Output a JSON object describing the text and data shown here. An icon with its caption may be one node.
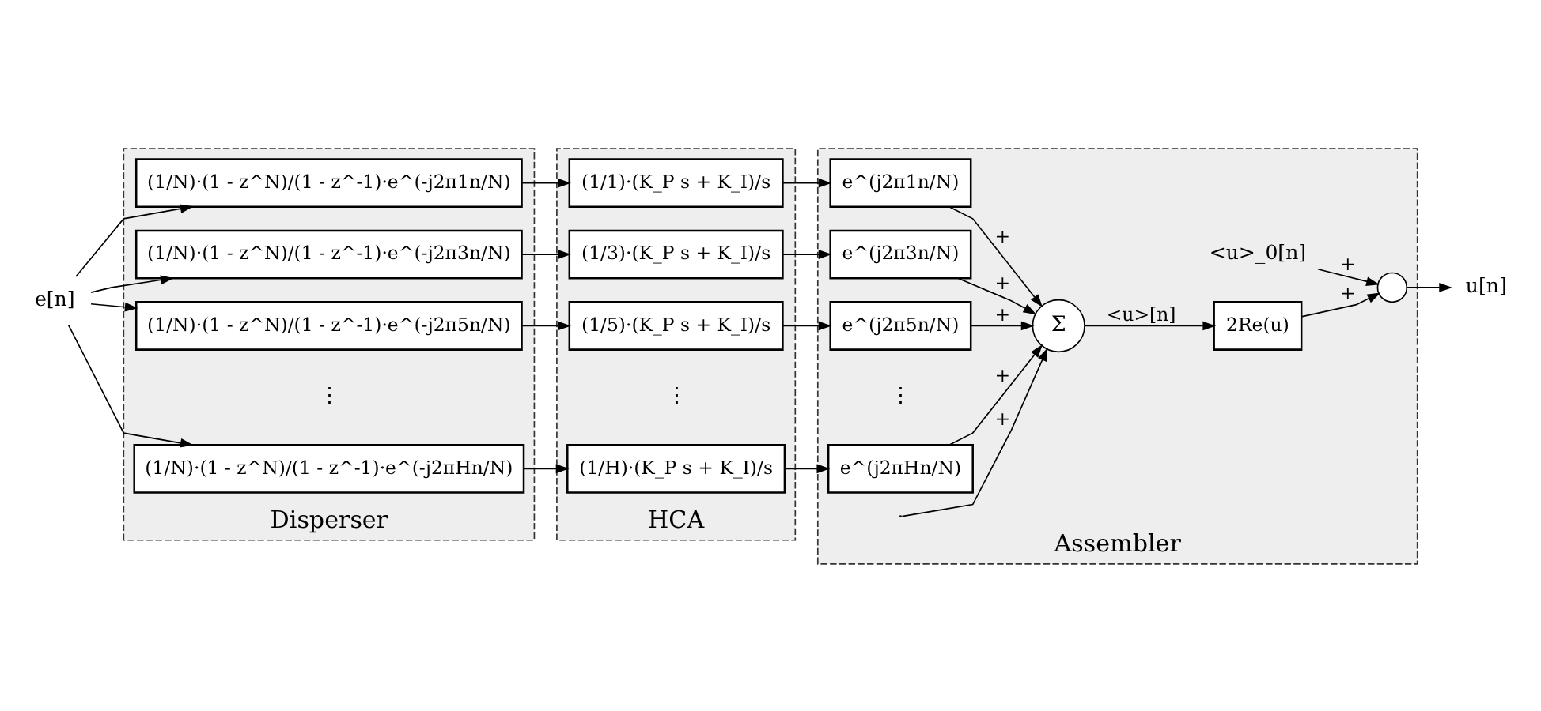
{
  "diagram": {
    "nodes": [
      {
        "text": [
          "e[n]"
        ]
      },
      {
        "text": [
          "Disperser"
        ]
      },
      {
        "text": [
          "(1/N)·(1 - z^N)/(1 - z^-1)·e^(-j2π1n/N)"
        ],
        "in": 1
      },
      {
        "text": [
          "(1/N)·(1 - z^N)/(1 - z^-1)·e^(-j2π3n/N)"
        ],
        "in": 1
      },
      {
        "text": [
          "(1/N)·(1 - z^N)/(1 - z^-1)·e^(-j2π5n/N)"
        ],
        "in": 1
      },
      {
        "text": [
          "(1/N)·(1 - z^N)/(1 - z^-1)·e^(-j2πHn/N)"
        ],
        "in": 1
      },
      {
        "text": [
          "HCA"
        ]
      },
      {
        "text": [
          "(1/1)·(K_P s + K_I)/s"
        ],
        "in": 6
      },
      {
        "text": [
          "(1/3)·(K_P s + K_I)/s"
        ],
        "in": 6
      },
      {
        "text": [
          "(1/5)·(K_P s + K_I)/s"
        ],
        "in": 6
      },
      {
        "text": [
          "(1/H)·(K_P s + K_I)/s"
        ],
        "in": 6
      },
      {
        "text": [
          "Assembler"
        ]
      },
      {
        "text": [
          "e^(j2π1n/N)"
        ],
        "in": 11
      },
      {
        "text": [
          "e^(j2π3n/N)"
        ],
        "in": 11
      },
      {
        "text": [
          "e^(j2π5n/N)"
        ],
        "in": 11
      },
      {
        "text": [
          "e^(j2πHn/N)"
        ],
        "in": 11
      },
      {
        "text": [
          "Σ"
        ],
        "in": 11
      },
      {
        "text": [
          "2Re(u)"
        ],
        "in": 11
      },
      {
        "text": [],
        "shape": "circle",
        "in": 11
      },
      {
        "text": [
          "u[n]"
        ]
      },
      {
        "text": [
          "<u>_0[n]"
        ],
        "in": 11
      }
    ],
    "edges": [
      {
        "from": 0,
        "to": 2,
        "arrow": "to"
      },
      {
        "from": 0,
        "to": 3,
        "arrow": "to"
      },
      {
        "from": 0,
        "to": 4,
        "arrow": "to"
      },
      {
        "from": 0,
        "to": 5,
        "arrow": "to"
      },
      {
        "from": 2,
        "to": 7,
        "arrow": "to"
      },
      {
        "from": 3,
        "to": 8,
        "arrow": "to"
      },
      {
        "from": 4,
        "to": 9,
        "arrow": "to"
      },
      {
        "from": 5,
        "to": 10,
        "arrow": "to"
      },
      {
        "from": 7,
        "to": 12,
        "arrow": "to"
      },
      {
        "from": 8,
        "to": 13,
        "arrow": "to"
      },
      {
        "from": 9,
        "to": 14,
        "arrow": "to"
      },
      {
        "from": 10,
        "to": 15,
        "arrow": "to"
      },
      {
        "from": 12,
        "to": 16,
        "arrow": "to",
        "label": "+"
      },
      {
        "from": 13,
        "to": 16,
        "arrow": "to",
        "label": "+"
      },
      {
        "from": 14,
        "to": 16,
        "arrow": "to",
        "label": "+"
      },
      {
        "from": null,
        "to": 16,
        "arrow": "to",
        "label": "+"
      },
      {
        "from": 15,
        "to": 16,
        "arrow": "to",
        "label": "+"
      },
      {
        "from": 16,
        "to": 17,
        "arrow": "to",
        "label": "<u>[n]"
      },
      {
        "from": 17,
        "to": 18,
        "arrow": "to",
        "label": "+"
      },
      {
        "from": 20,
        "to": 18,
        "arrow": "to",
        "label": "+"
      },
      {
        "from": 18,
        "to": 19,
        "arrow": "to"
      }
    ],
    "labels": [
      "⋮",
      "⋮",
      "⋮"
    ]
  }
}
